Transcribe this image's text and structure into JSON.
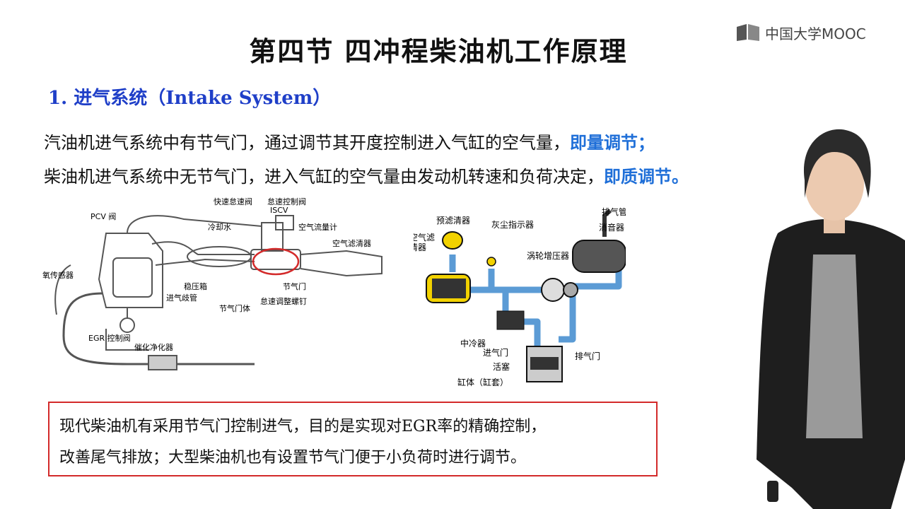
{
  "title": "第四节  四冲程柴油机工作原理",
  "logo": {
    "text": "中国大学MOOC"
  },
  "section": {
    "heading": "1. 进气系统（Intake System）"
  },
  "paragraphs": {
    "line1": {
      "text": "汽油机进气系统中有节气门，通过调节其开度控制进入气缸的空气量，",
      "highlight": "即量调节；"
    },
    "line2": {
      "text": "柴油机进气系统中无节气门，进入气缸的空气量由发动机转速和负荷决定，",
      "highlight": "即质调节。"
    }
  },
  "left_diagram": {
    "labels": {
      "pcv": "PCV 阀",
      "fast_idle": "快速怠速阀",
      "idle_control": "怠速控制阀",
      "iscv": "ISCV",
      "coolant": "冷却水",
      "airflow": "空气流量计",
      "air_cleaner": "空气滤清器",
      "o2_sensor": "氧传感器",
      "surge_tank": "稳压箱",
      "intake_manifold": "进气歧管",
      "throttle": "节气门",
      "throttle_body": "节气门体",
      "idle_screw": "怠速调整螺钉",
      "egr": "EGR 控制阀",
      "catalyst": "催化净化器"
    }
  },
  "right_diagram": {
    "labels": {
      "pre_cleaner": "预滤清器",
      "dust": "灰尘指示器",
      "exhaust_pipe": "排气管",
      "muffler": "消音器",
      "air_filter": "空气滤\n清器",
      "turbo": "涡轮增压器",
      "intercooler": "中冷器",
      "intake_valve": "进气门",
      "exhaust_valve": "排气门",
      "piston": "活塞",
      "cylinder": "缸体（缸套）"
    }
  },
  "note": {
    "line1": "现代柴油机有采用节气门控制进气，目的是实现对EGR率的精确控制，",
    "line2": "改善尾气排放；大型柴油机也有设置节气门便于小负荷时进行调节。"
  },
  "colors": {
    "section_blue": "#1f3fc8",
    "highlight_blue": "#1f6fd8",
    "note_border": "#d32a2a",
    "pipe_blue": "#5b9bd5",
    "filter_yellow": "#f2d200"
  }
}
